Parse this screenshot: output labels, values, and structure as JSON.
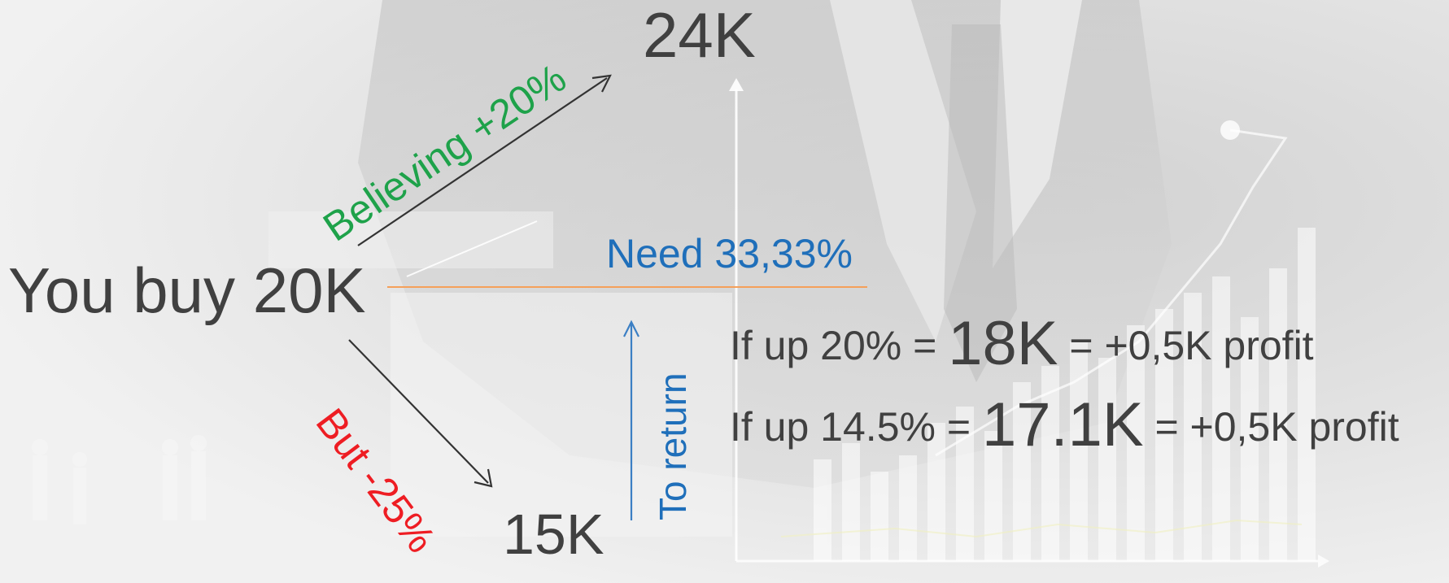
{
  "diagram": {
    "start_label": "You buy 20K",
    "up_value": "24K",
    "down_value": "15K",
    "up_label": "Believing +20%",
    "down_label": "But -25%",
    "need_label": "Need 33,33%",
    "return_label": "To return",
    "scenarios": [
      {
        "prefix": "If up 20% = ",
        "amount": "18K",
        "suffix": " = +0,5K profit"
      },
      {
        "prefix": "If up 14.5% = ",
        "amount": "17.1K",
        "suffix": " = +0,5K profit"
      }
    ]
  },
  "colors": {
    "text": "#404040",
    "up_label": "#1ea24a",
    "down_label": "#ee1d23",
    "need_and_return": "#1f6fba",
    "baseline": "#f5a05a",
    "arrows": "#333333"
  }
}
